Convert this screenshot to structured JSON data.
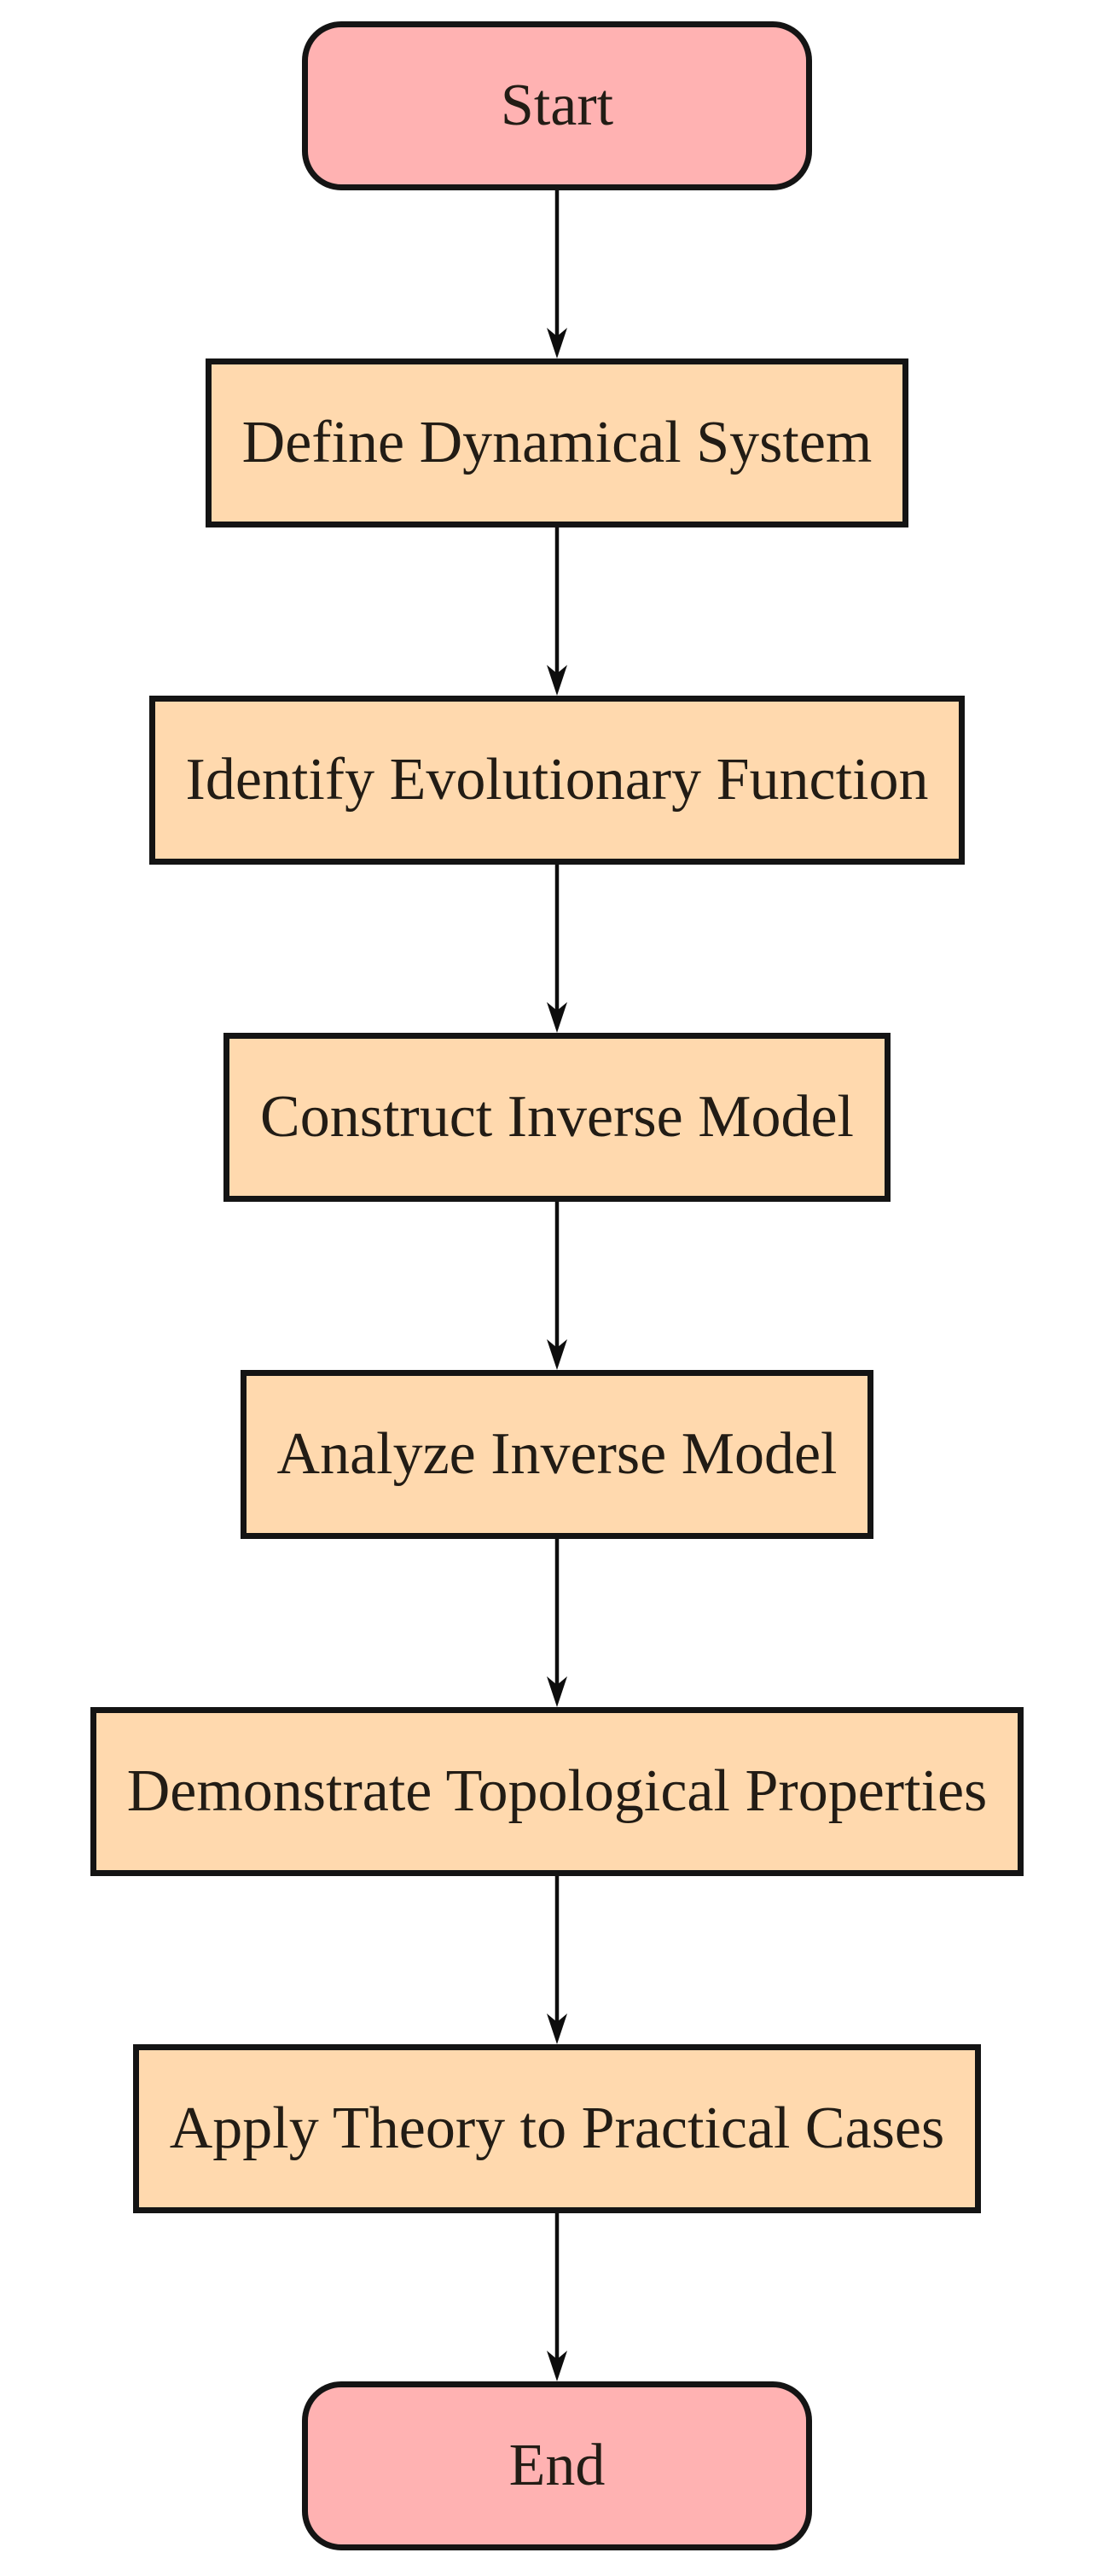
{
  "diagram": {
    "type": "flowchart",
    "orientation": "top-to-bottom",
    "colors": {
      "bg": "#ffffff",
      "terminal_fill": "#ffb2b2",
      "process_fill": "#ffd9ae",
      "node_border": "#141414",
      "text_color": "#221c15",
      "arrow_color": "#0d0d0d"
    },
    "nodes": [
      {
        "id": "start",
        "type": "terminal",
        "label": "Start"
      },
      {
        "id": "define",
        "type": "process",
        "label": "Define Dynamical System"
      },
      {
        "id": "identify",
        "type": "process",
        "label": "Identify Evolutionary Function"
      },
      {
        "id": "construct",
        "type": "process",
        "label": "Construct Inverse Model"
      },
      {
        "id": "analyze",
        "type": "process",
        "label": "Analyze Inverse Model"
      },
      {
        "id": "demonstrate",
        "type": "process",
        "label": "Demonstrate Topological Properties"
      },
      {
        "id": "apply",
        "type": "process",
        "label": "Apply Theory to Practical Cases"
      },
      {
        "id": "end",
        "type": "terminal",
        "label": "End"
      }
    ],
    "edges": [
      {
        "from": "start",
        "to": "define"
      },
      {
        "from": "define",
        "to": "identify"
      },
      {
        "from": "identify",
        "to": "construct"
      },
      {
        "from": "construct",
        "to": "analyze"
      },
      {
        "from": "analyze",
        "to": "demonstrate"
      },
      {
        "from": "demonstrate",
        "to": "apply"
      },
      {
        "from": "apply",
        "to": "end"
      }
    ]
  }
}
